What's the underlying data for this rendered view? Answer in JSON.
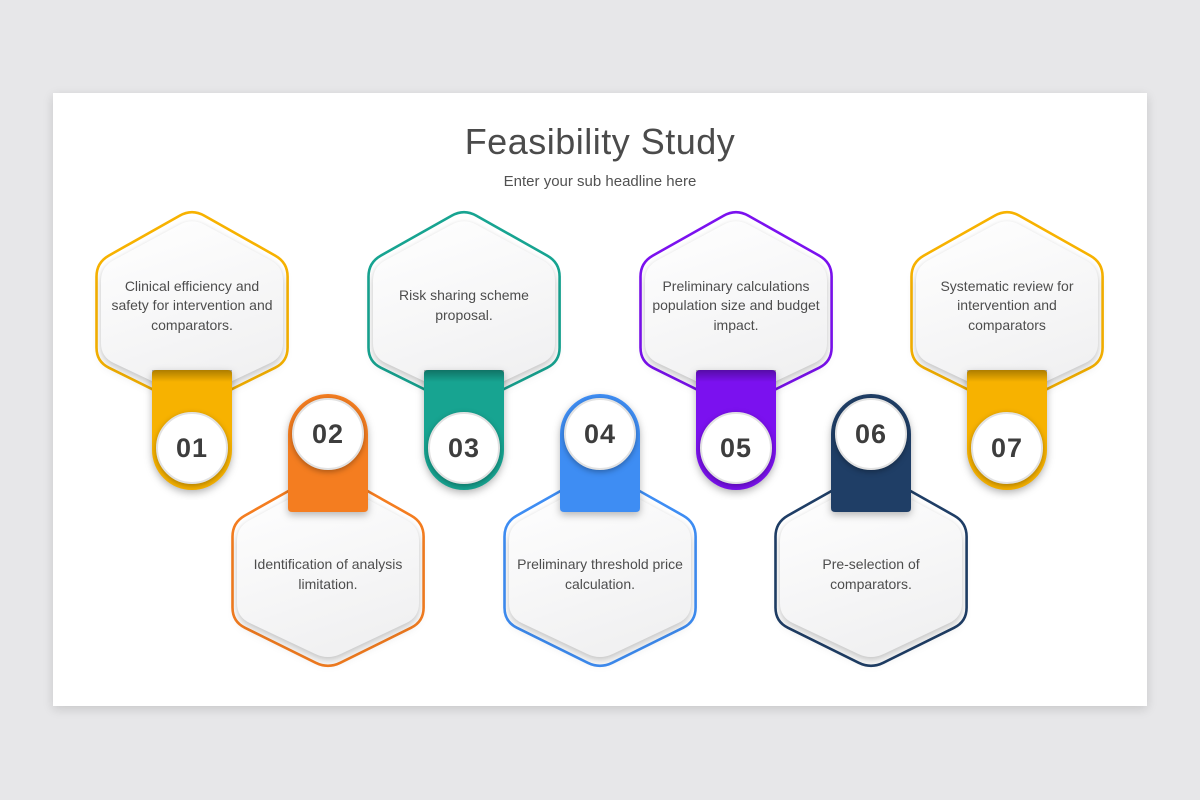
{
  "header": {
    "title": "Feasibility Study",
    "subtitle": "Enter your sub headline here"
  },
  "colors": {
    "page_background": "#E7E7E9",
    "canvas_background": "#FFFFFF",
    "title_text": "#4B4B4B",
    "body_text": "#4D4D4D",
    "number_text": "#3D3D3D",
    "badge_ring": "#E2E2E2"
  },
  "cards": [
    {
      "number": "01",
      "text": "Clinical efficiency and safety for intervention and comparators.",
      "color": "#F7B200"
    },
    {
      "number": "02",
      "text": "Identification of analysis limitation.",
      "color": "#F47D20"
    },
    {
      "number": "03",
      "text": "Risk sharing scheme proposal.",
      "color": "#17A491"
    },
    {
      "number": "04",
      "text": "Preliminary threshold price calculation.",
      "color": "#3E8DF3"
    },
    {
      "number": "05",
      "text": "Preliminary calculations population size and budget impact.",
      "color": "#7B11EF"
    },
    {
      "number": "06",
      "text": "Pre-selection of comparators.",
      "color": "#1F3E66"
    },
    {
      "number": "07",
      "text": "Systematic review for intervention and comparators",
      "color": "#F7B200"
    }
  ]
}
